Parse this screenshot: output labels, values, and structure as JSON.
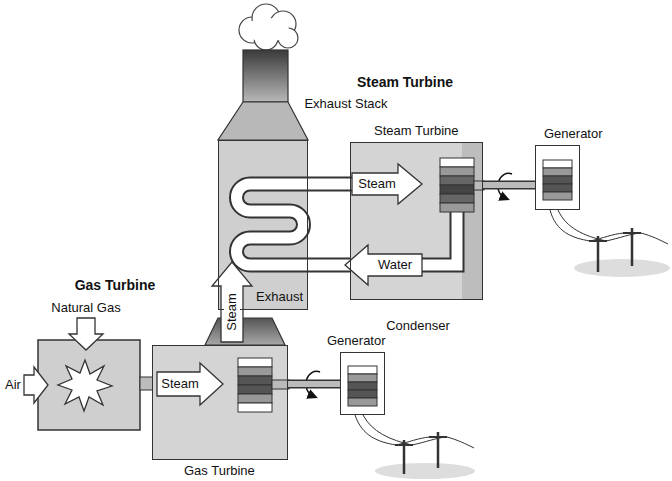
{
  "diagram": {
    "nodes": [
      {
        "text": [
          "Exhaust"
        ]
      },
      {
        "text": [
          "Steam Turbine"
        ]
      },
      {
        "text": [
          "Generator"
        ]
      },
      {
        "text": [
          "Gas Turbine"
        ]
      },
      {
        "text": [
          "Generator"
        ]
      }
    ],
    "edges": [
      {
        "from": 1,
        "to": 2,
        "arrow": "none"
      },
      {
        "from": 3,
        "to": 4,
        "arrow": "none"
      }
    ],
    "labels": [
      "Steam Turbine",
      "Exhaust Stack",
      "Steam",
      "Water",
      "Condenser",
      "Gas Turbine",
      "Natural Gas",
      "Air",
      "Steam",
      "Steam"
    ]
  }
}
